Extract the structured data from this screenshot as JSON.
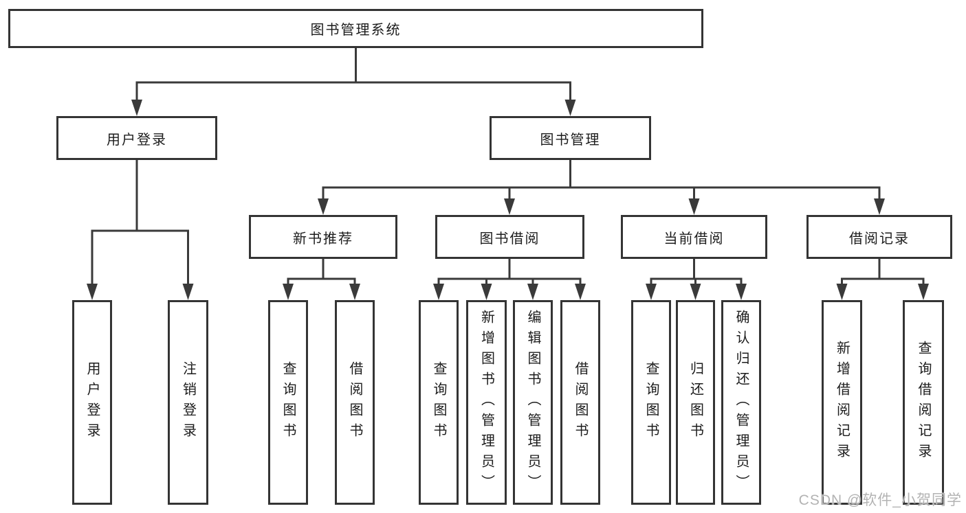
{
  "diagram": {
    "title": "图书管理系统",
    "watermark": "CSDN @软件_小贺同学",
    "colors": {
      "line": "#3a3a3a",
      "box_border": "#343434",
      "text": "#1c1c1c",
      "background": "#ffffff",
      "watermark": "#b3b3b3"
    },
    "branches": [
      {
        "label": "用户登录",
        "children": [
          {
            "label": "用户登录"
          },
          {
            "label": "注销登录"
          }
        ]
      },
      {
        "label": "图书管理",
        "children": [
          {
            "label": "新书推荐",
            "children": [
              {
                "label": "查询图书"
              },
              {
                "label": "借阅图书"
              }
            ]
          },
          {
            "label": "图书借阅",
            "children": [
              {
                "label": "查询图书"
              },
              {
                "label": "新增图书（管理员）"
              },
              {
                "label": "编辑图书（管理员）"
              },
              {
                "label": "借阅图书"
              }
            ]
          },
          {
            "label": "当前借阅",
            "children": [
              {
                "label": "查询图书"
              },
              {
                "label": "归还图书"
              },
              {
                "label": "确认归还（管理员）"
              }
            ]
          },
          {
            "label": "借阅记录",
            "children": [
              {
                "label": "新增借阅记录"
              },
              {
                "label": "查询借阅记录"
              }
            ]
          }
        ]
      }
    ]
  }
}
